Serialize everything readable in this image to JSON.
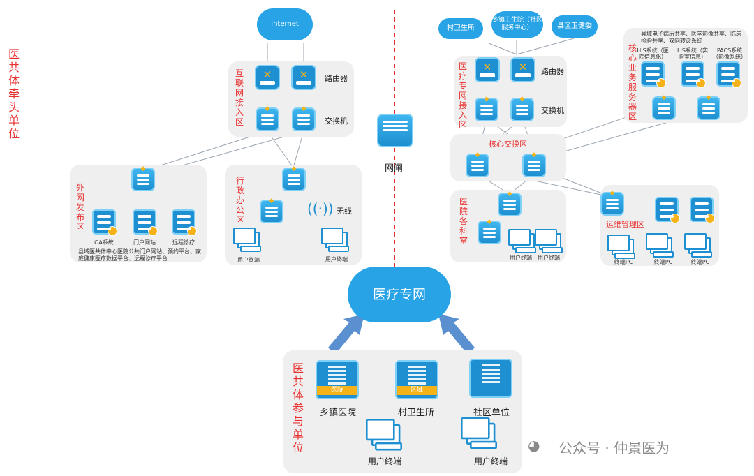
{
  "title_vertical": "医共体牵头单位",
  "internet": "Internet",
  "gap_device": "网闸",
  "zones": {
    "internet_access": {
      "title": "互联网接入区",
      "router": "路由器",
      "switch": "交换机"
    },
    "extranet": {
      "title": "外网发布区",
      "items": [
        "OA系统",
        "门户网站",
        "远程诊疗"
      ],
      "caption": "县域医共体中心医院公共门户网站、预约平台、家庭健康医疗数据平台、远程诊疗平台"
    },
    "admin": {
      "title": "行政办公区",
      "wireless": "无线",
      "terminal1": "用户终端",
      "terminal2": "用户终端"
    },
    "medical_access": {
      "title": "医疗专网接入区",
      "router": "路由器",
      "switch": "交换机"
    },
    "core_business": {
      "title": "核心业务服务器区",
      "caption": "县域电子病历共享、医学影像共享、临床检验共享、双向转诊系统",
      "items": [
        "HIS系统（医院信息化）",
        "LIS系统（实验室信息）",
        "PACS系统（影像系统）"
      ]
    },
    "core_switch": {
      "title": "核心交换区"
    },
    "departments": {
      "title": "医院各科室",
      "terminal1": "用户终端",
      "terminal2": "用户终端"
    },
    "ops": {
      "title": "运维管理区",
      "pcs": [
        "终端PC",
        "终端PC",
        "终端PC"
      ]
    }
  },
  "top_bubbles": [
    "村卫生所",
    "乡镇卫生院（社区服务中心）",
    "县区卫健委"
  ],
  "medical_net": "医疗专网",
  "participants": {
    "title": "医共体参与单位",
    "units": [
      {
        "name": "乡镇医院",
        "badge": "医院"
      },
      {
        "name": "村卫生所",
        "badge": "区域"
      },
      {
        "name": "社区单位",
        "badge": ""
      }
    ],
    "terminal1": "用户终端",
    "terminal2": "用户终端"
  },
  "watermark": "公众号 · 仲景医为",
  "colors": {
    "accent_red": "#e8312f",
    "device_blue": "#1e8fd0",
    "cloud_blue": "#27a3e6",
    "arrow_blue": "#5a8fd0"
  }
}
